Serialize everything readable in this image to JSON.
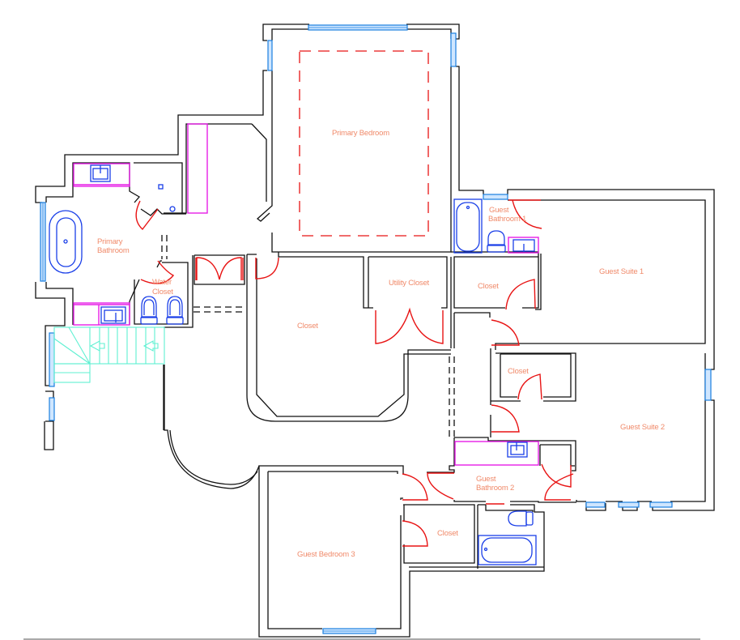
{
  "drawing": {
    "type": "floor plan",
    "colors": {
      "walls": "#111111",
      "windows": "#1a7fe0",
      "doors": "#e81414",
      "fixtures": "#1a3fe8",
      "vanities": "#e61ee6",
      "stairs": "#5ff0d2",
      "labels": "#f08a6a"
    }
  },
  "rooms": {
    "primary_bedroom": "Primary Bedroom",
    "primary_bathroom_line1": "Primary",
    "primary_bathroom_line2": "Bathroom",
    "water_closet_line1": "Water",
    "water_closet_line2": "Closet",
    "closet_main": "Closet",
    "utility_closet": "Utility Closet",
    "guest_bathroom_1_line1": "Guest",
    "guest_bathroom_1_line2": "Bathroom 1",
    "closet_suite1": "Closet",
    "guest_suite_1": "Guest Suite 1",
    "closet_suite2": "Closet",
    "guest_suite_2": "Guest Suite 2",
    "guest_bathroom_2_line1": "Guest",
    "guest_bathroom_2_line2": "Bathroom 2",
    "closet_bedroom3": "Closet",
    "guest_bedroom_3": "Guest Bedroom 3"
  }
}
